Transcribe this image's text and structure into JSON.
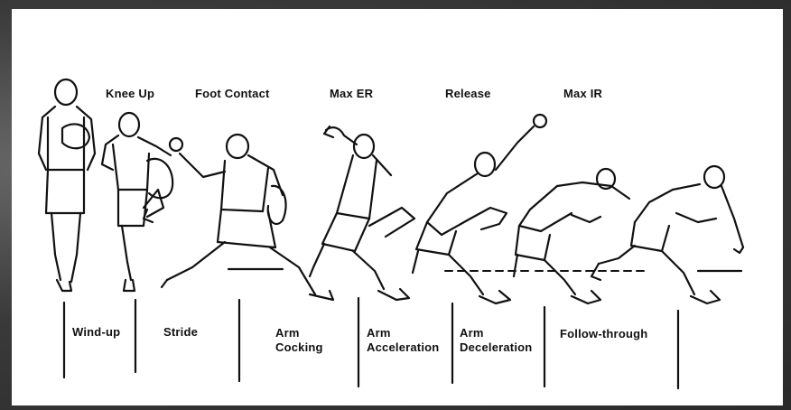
{
  "events": [
    "Knee Up",
    "Foot Contact",
    "Max ER",
    "Release",
    "Max IR"
  ],
  "phases": [
    "Wind-up",
    "Stride",
    "Arm\nCocking",
    "Arm\nAcceleration",
    "Arm\nDeceleration",
    "Follow-through"
  ]
}
